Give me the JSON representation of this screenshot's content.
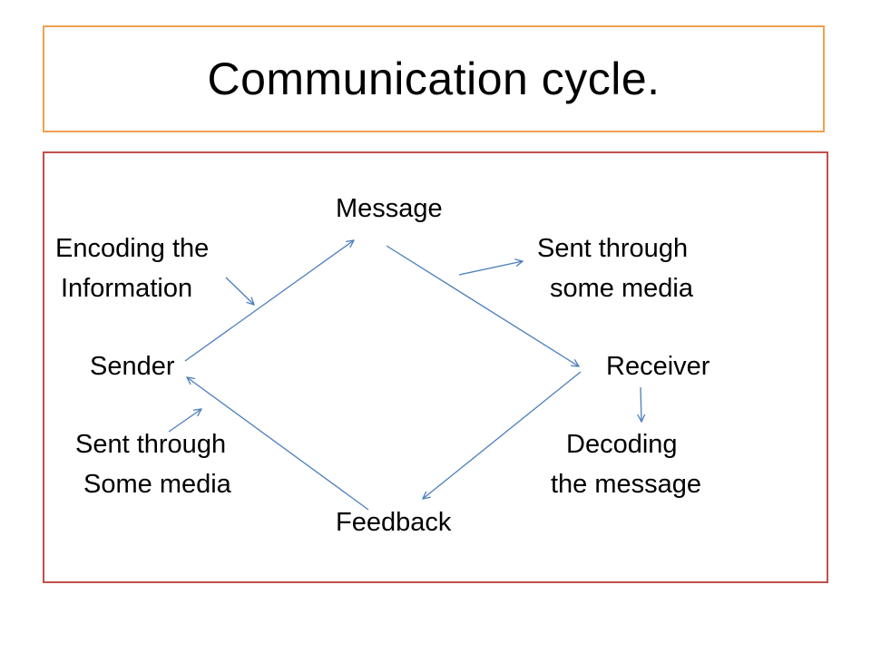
{
  "title": "Communication cycle.",
  "labels": {
    "message": "Message",
    "encoding_line1": "Encoding the",
    "encoding_line2": "Information",
    "sent_through_top_line1": "Sent through",
    "sent_through_top_line2": "some media",
    "sender": "Sender",
    "receiver": "Receiver",
    "sent_through_bottom_line1": "Sent through",
    "sent_through_bottom_line2": "Some media",
    "decoding_line1": "Decoding",
    "decoding_line2": "the message",
    "feedback": "Feedback"
  },
  "colors": {
    "title_border": "#f0a050",
    "body_border": "#c0504d",
    "arrow": "#4a7ebb"
  }
}
